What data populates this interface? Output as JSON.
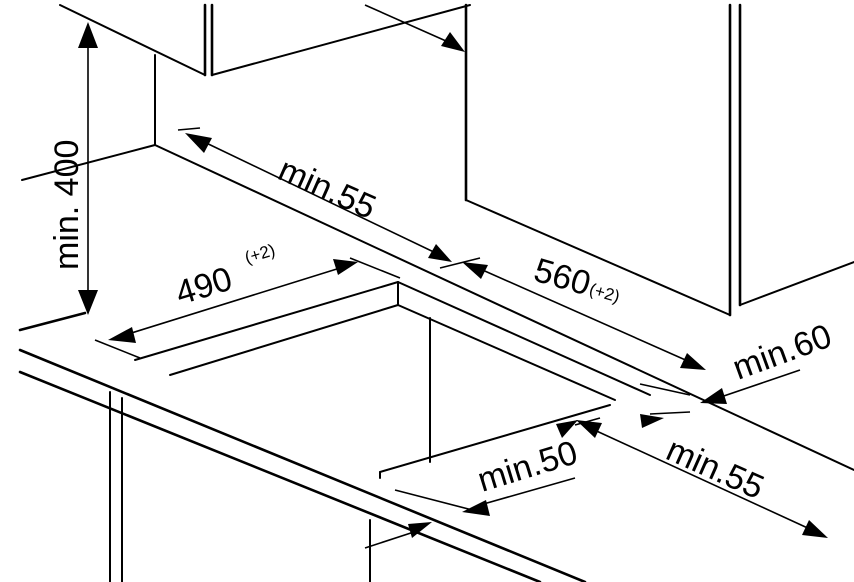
{
  "diagram": {
    "dimensions": {
      "min_400": "min. 400",
      "min_55_top": "min.55",
      "width_490": "490",
      "width_490_tol": "(+2)",
      "depth_560": "560",
      "depth_560_tol": "(+2)",
      "min_60": "min.60",
      "min_50": "min.50",
      "min_55_right": "min.55"
    }
  }
}
